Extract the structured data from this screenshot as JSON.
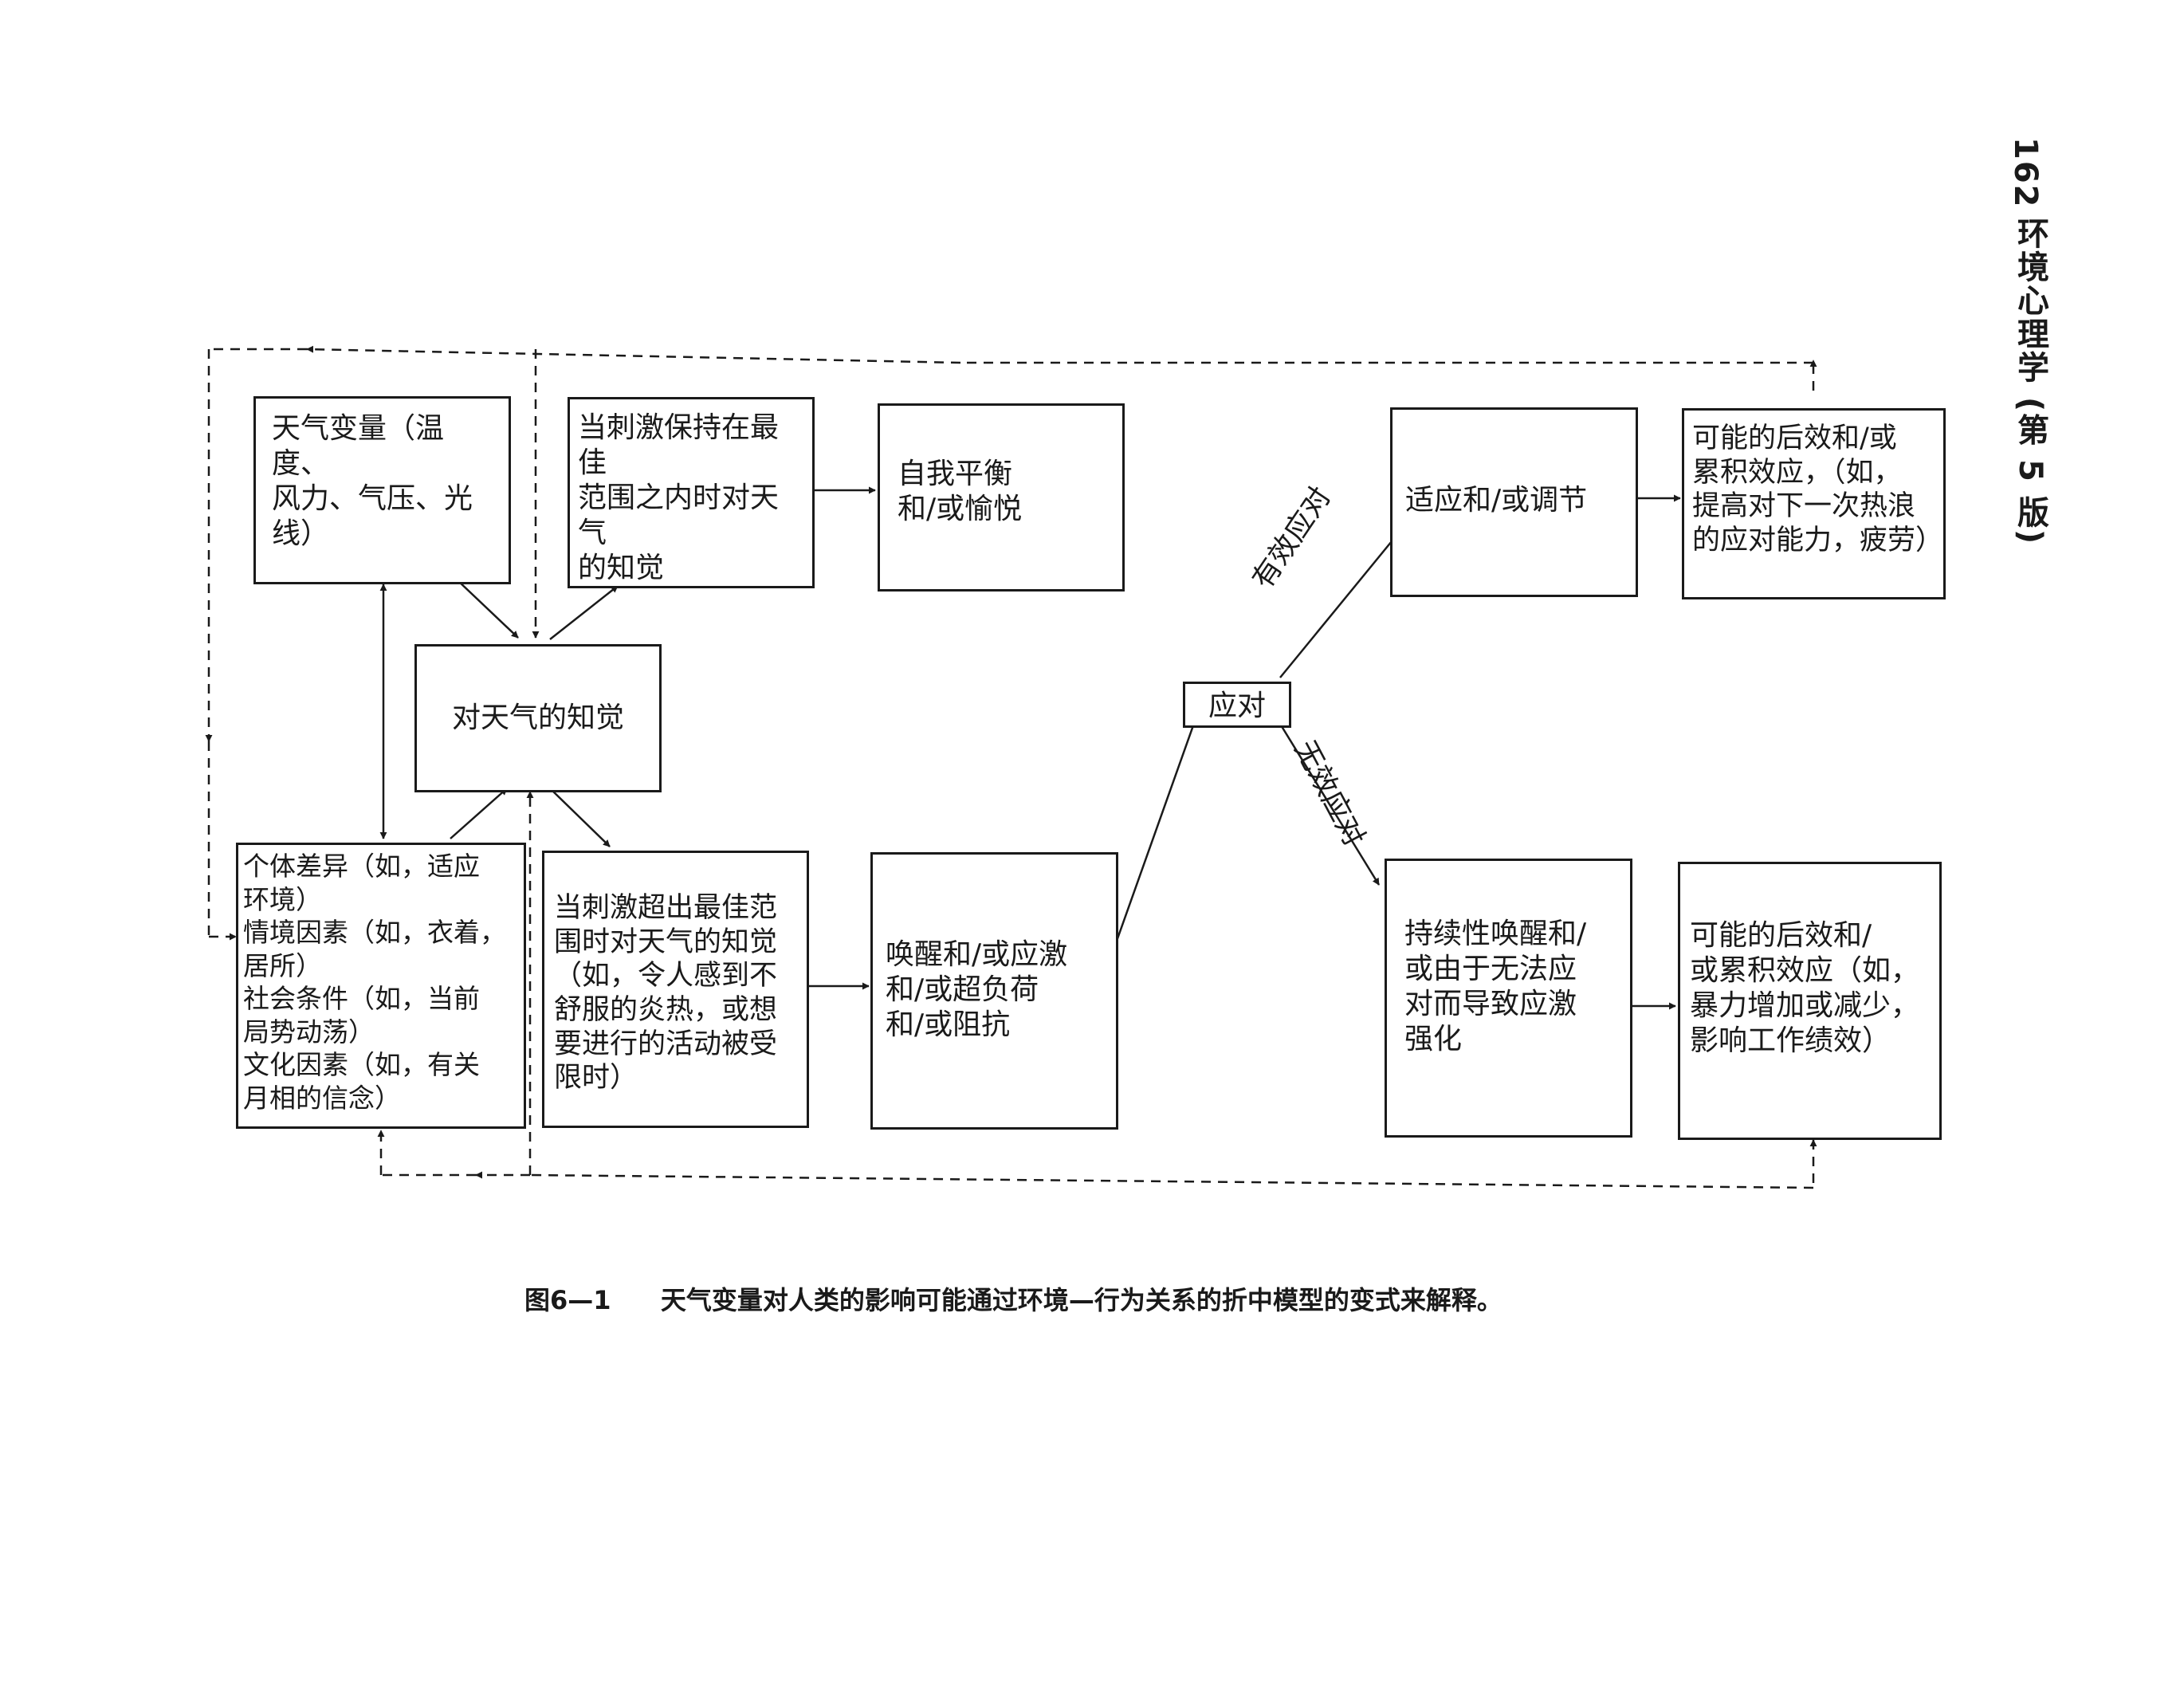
{
  "header": {
    "page_number": "162",
    "running_title": "环境心理学 (第 5 版)"
  },
  "boxes": {
    "weather_variables": "天气变量（温度、\n风力、气压、光\n线）",
    "optimal_perception": "当刺激保持在最佳\n范围之内时对天气\n的知觉",
    "homeostasis": "自我平衡\n和/或愉悦",
    "perception": "对天气的知觉",
    "individual_differences": "个体差异（如，适应\n环境）\n情境因素（如，衣着，\n居所）\n社会条件（如，当前\n局势动荡）\n文化因素（如，有关\n月相的信念）",
    "beyond_optimal": "当刺激超出最佳范\n围时对天气的知觉\n（如，令人感到不\n舒服的炎热，或想\n要进行的活动被受\n限时）",
    "arousal": "唤醒和/或应激\n和/或超负荷\n和/或阻抗",
    "coping": "应对",
    "adaptation": "适应和/或调节",
    "aftereffects_positive": "可能的后效和/或\n累积效应，（如，\n提高对下一次热浪\n的应对能力，疲劳）",
    "persistent_arousal": "持续性唤醒和/\n或由于无法应\n对而导致应激\n强化",
    "aftereffects_negative": "可能的后效和/\n或累积效应（如，\n暴力增加或减少，\n影响工作绩效）"
  },
  "edge_labels": {
    "effective": "有效应对",
    "ineffective": "无效应对"
  },
  "caption": {
    "figure_number": "图6—1",
    "text": "天气变量对人类的影响可能通过环境—行为关系的折中模型的变式来解释。"
  }
}
